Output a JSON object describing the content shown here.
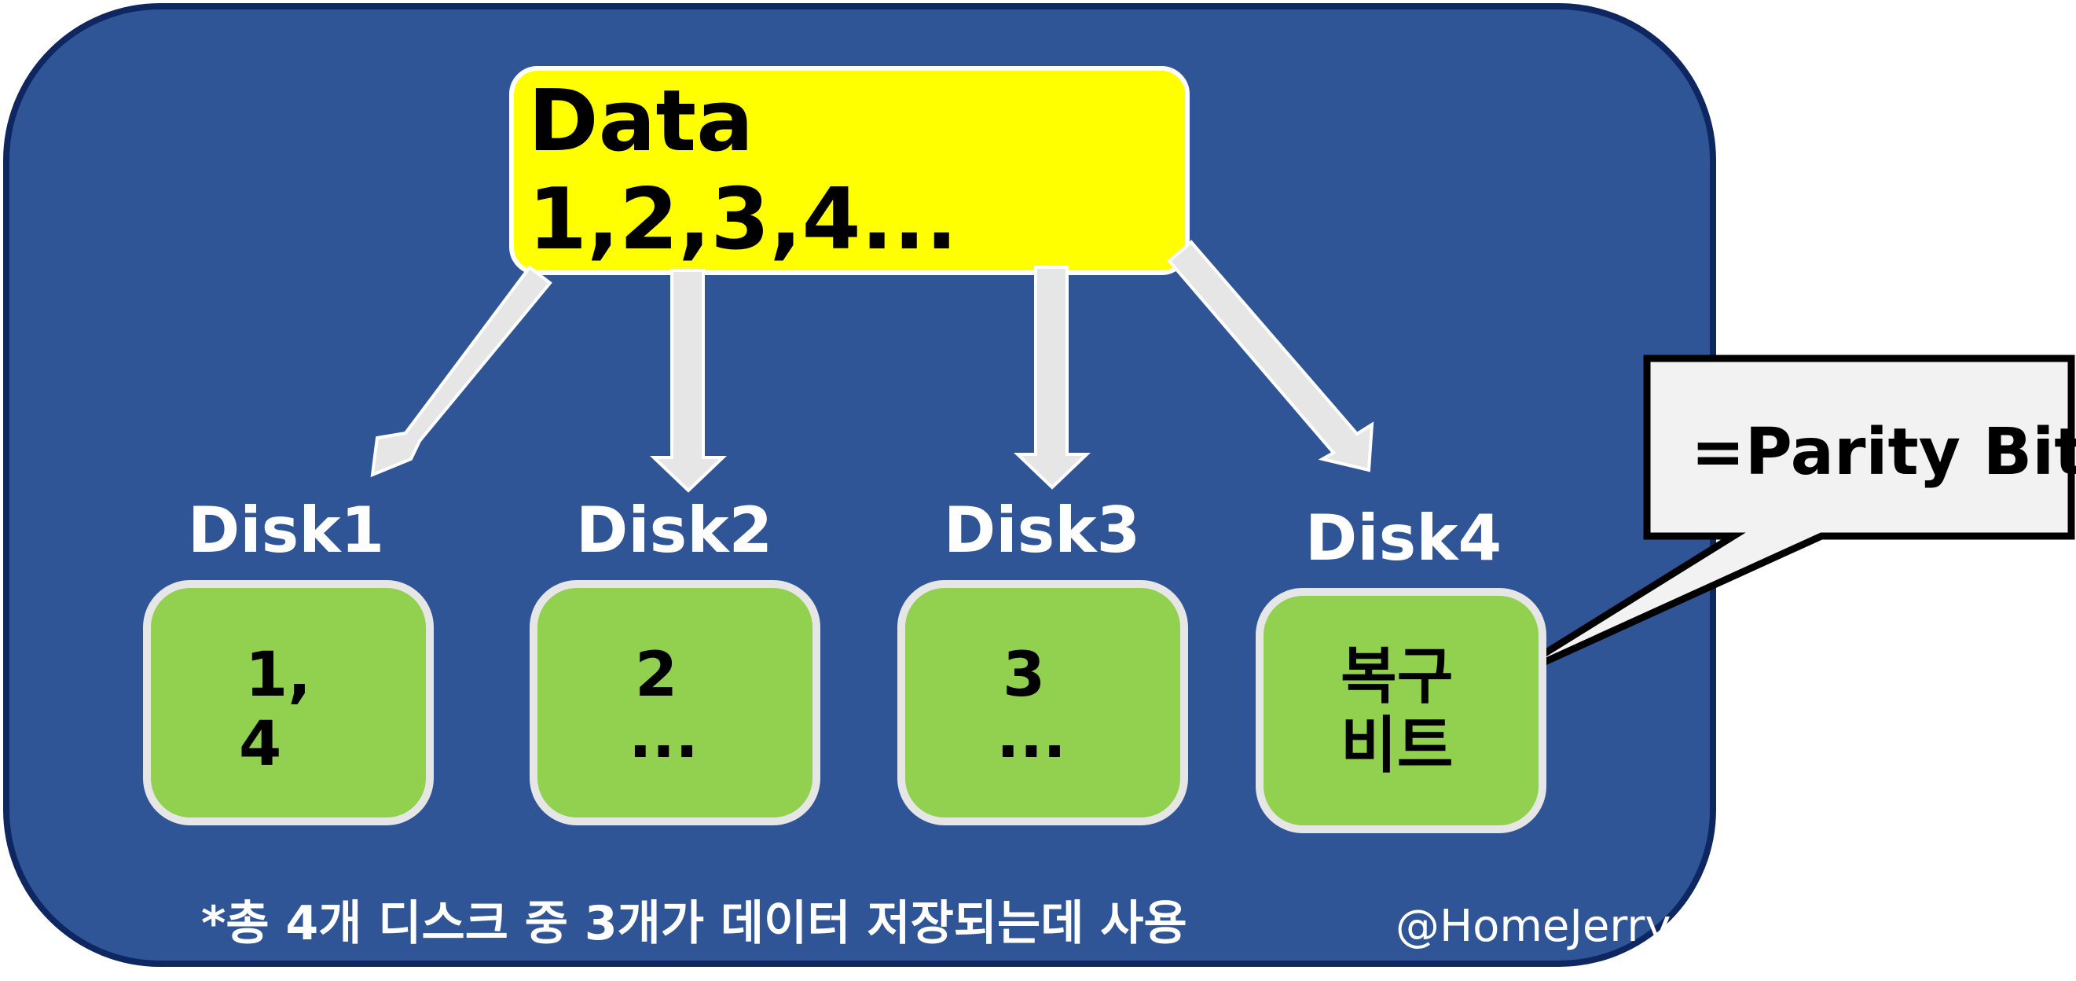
{
  "data_box": {
    "label": "Data 1,2,3,4..."
  },
  "disks": [
    {
      "label": "Disk1",
      "lines": [
        "1,",
        "4"
      ]
    },
    {
      "label": "Disk2",
      "lines": [
        "2",
        "..."
      ]
    },
    {
      "label": "Disk3",
      "lines": [
        "3",
        "..."
      ]
    },
    {
      "label": "Disk4",
      "lines": [
        "복구",
        "비트"
      ]
    }
  ],
  "callout": {
    "text": "=Parity Bit"
  },
  "footnote": "*총 4개 디스크 중 3개가 데이터 저장되는데 사용",
  "watermark": "@HomeJerry",
  "colors": {
    "panel": "#2f5597",
    "panel_border": "#0e2760",
    "data_box": "#ffff00",
    "disk_box": "#92d050",
    "arrow_fill": "#e6e6e6",
    "callout_fill": "#f2f2f2"
  }
}
